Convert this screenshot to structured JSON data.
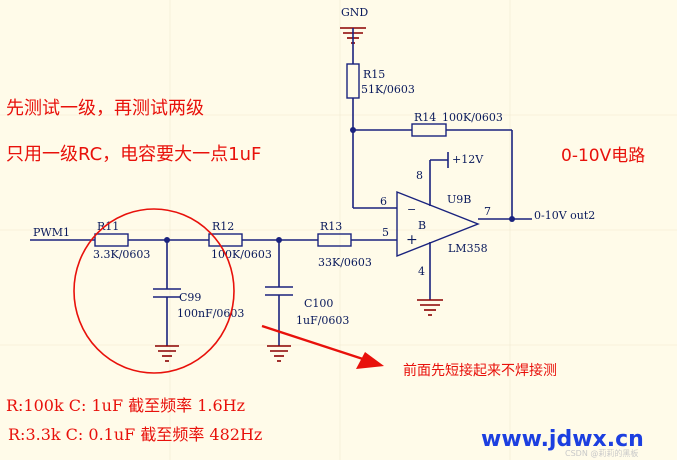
{
  "schematic": {
    "gnd_label": "GND",
    "input_label": "PWM1",
    "output_label": "0-10V out2",
    "supply_label": "+12V",
    "opamp": {
      "ref": "U9B",
      "part": "LM358",
      "inner": "B",
      "minus": "−",
      "plus": "+",
      "pin_minus": "6",
      "pin_plus": "5",
      "pin_out": "7",
      "pin_v": "8",
      "pin_g": "4"
    },
    "components": [
      {
        "ref": "R11",
        "value": "3.3K/0603"
      },
      {
        "ref": "R12",
        "value": "100K/0603"
      },
      {
        "ref": "R13",
        "value": "33K/0603"
      },
      {
        "ref": "R14",
        "value": "100K/0603"
      },
      {
        "ref": "R15",
        "value": "51K/0603"
      },
      {
        "ref": "C99",
        "value": "100nF/0603"
      },
      {
        "ref": "C100",
        "value": "1uF/0603"
      }
    ]
  },
  "notes": {
    "line1": "先测试一级，再测试两级",
    "line2": "只用一级RC，电容要大一点1uF",
    "circuit_title": "0-10V电路",
    "arrow_note": "前面先短接起来不焊接测",
    "cutoff1": "R:100k  C: 1uF   截至频率 1.6Hz",
    "cutoff2": "R:3.3k  C: 0.1uF  截至频率 482Hz"
  },
  "watermark": {
    "site": "www.jdwx.cn",
    "credit": "CSDN @莉莉的黑板"
  },
  "colors": {
    "wire": "#1a237e",
    "annotation": "#e8110b",
    "ground": "#8b0000",
    "watermark": "#1c3fe0",
    "background": "#fffbe9"
  }
}
